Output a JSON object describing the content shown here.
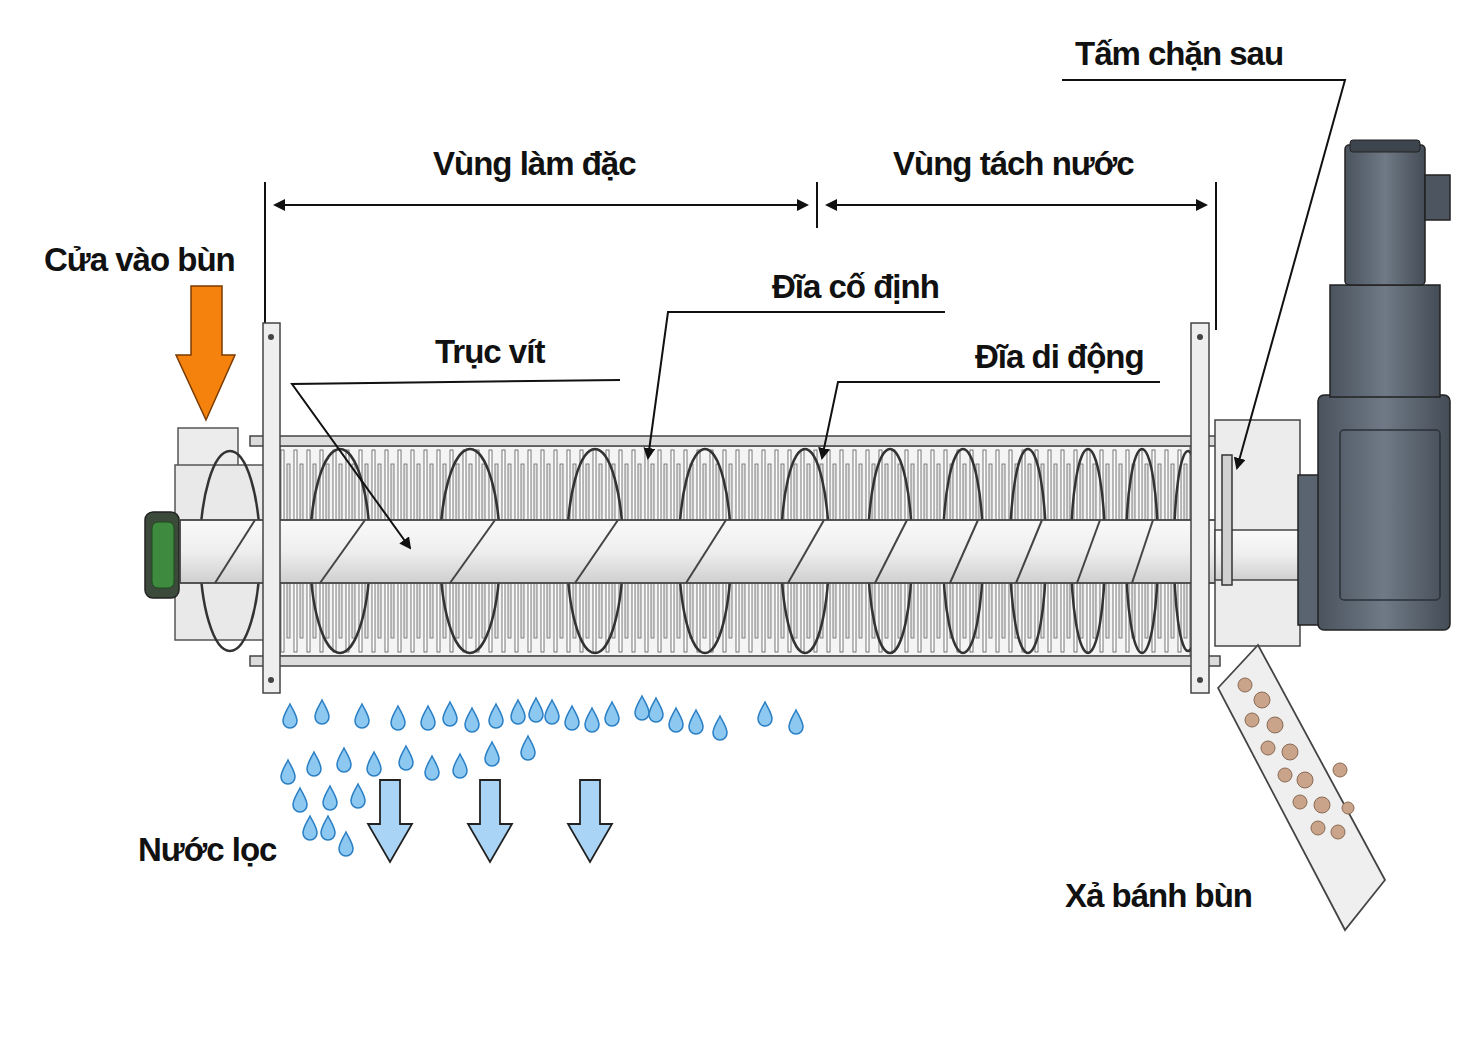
{
  "diagram": {
    "labels": [
      "Tấm chặn sau",
      "Vùng làm đặc",
      "Vùng tách nước",
      "Cửa vào bùn",
      "Đĩa cố định",
      "Trục vít",
      "Đĩa di động",
      "Nước lọc",
      "Xả bánh bùn"
    ]
  }
}
